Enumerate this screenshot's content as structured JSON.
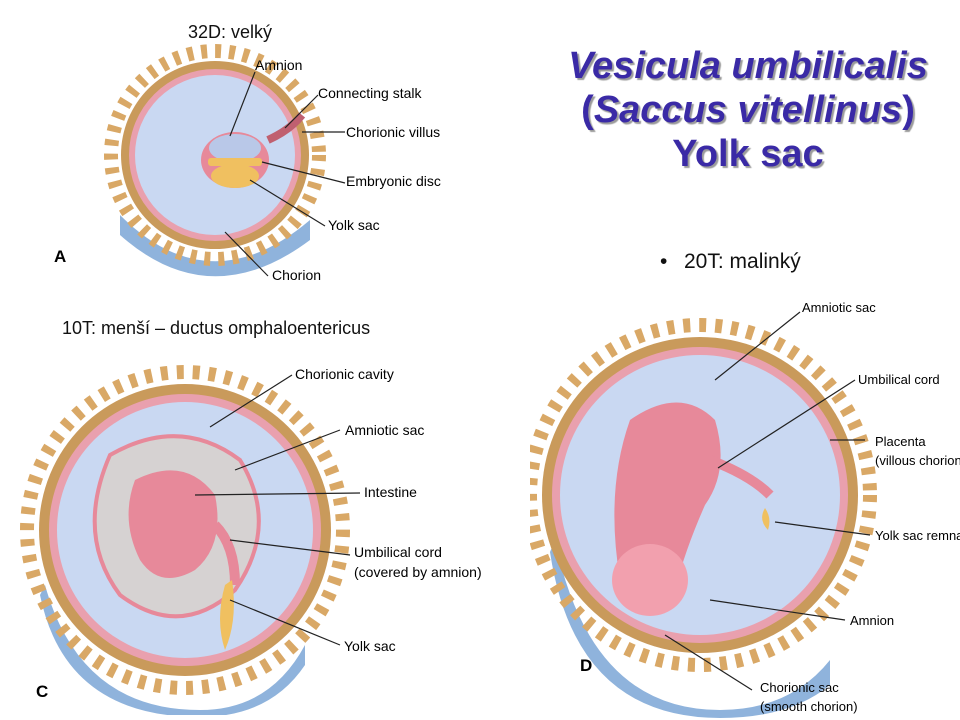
{
  "title": {
    "line1": "Vesicula umbilicalis",
    "line2_open": "(",
    "line2_italic": "Saccus vitellinus",
    "line2_close": ")",
    "line3": "Yolk sac"
  },
  "captions": {
    "a": "32D: velký",
    "c": "10T: menší – ductus omphaloentericus"
  },
  "bullet": {
    "text": "20T: malinký"
  },
  "diagram_a": {
    "letter": "A",
    "labels": [
      "Amnion",
      "Connecting stalk",
      "Chorionic villus",
      "Embryonic disc",
      "Yolk sac",
      "Chorion"
    ]
  },
  "diagram_c": {
    "letter": "C",
    "labels": [
      "Chorionic cavity",
      "Amniotic sac",
      "Intestine",
      "Umbilical cord",
      "(covered by amnion)",
      "Yolk sac"
    ]
  },
  "diagram_d": {
    "letter": "D",
    "labels": [
      "Amniotic sac",
      "Umbilical cord",
      "Placenta",
      "(villous chorion)",
      "Yolk sac remna",
      "Amnion",
      "Chorionic sac",
      "(smooth chorion)"
    ]
  },
  "colors": {
    "title": "#3a2aa6",
    "chorion": "#c99a5b",
    "villi": "#d9a866",
    "amnion_fluid": "#c9d8f2",
    "embryo": "#e7899a",
    "yolk": "#f0c060",
    "decidua": "#8fb3dc"
  }
}
